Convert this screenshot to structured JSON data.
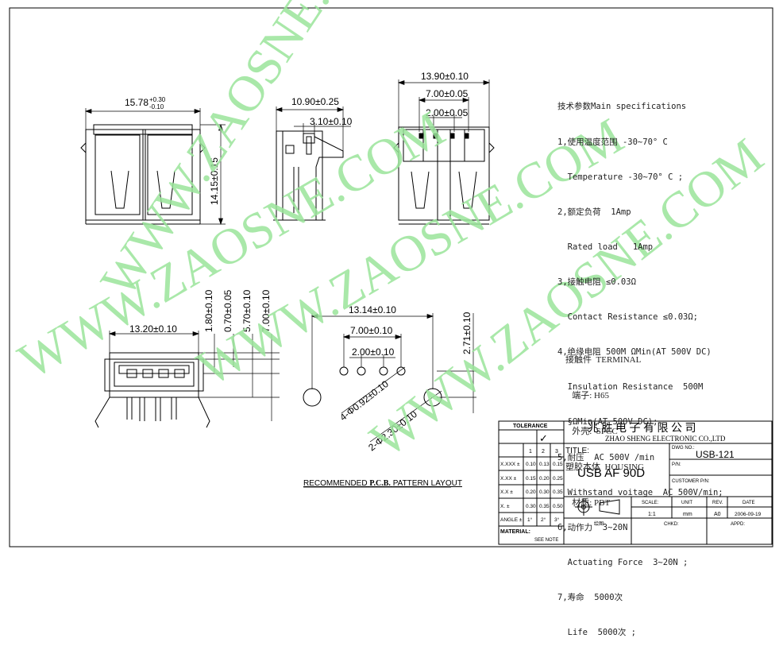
{
  "watermark": "WWW.ZAOSNE.COM",
  "dims": {
    "front_width": "15.78",
    "front_width_tol_upper": "+0.30",
    "front_width_tol_lower": "-0.10",
    "front_height": "14.15±0.15",
    "side_width": "10.90±0.25",
    "side_small": "3.10±0.10",
    "rear_width": "13.90±0.10",
    "rear_mid": "7.00±0.05",
    "rear_small": "2.00±0.05",
    "bottom_width": "13.20±0.10",
    "v1": "1.80±0.10",
    "v2": "0.70±0.05",
    "v3": "5.70±0.10",
    "v4": "7.00±0.10",
    "pcb_width": "13.14±0.10",
    "pcb_mid": "7.00±0.10",
    "pcb_small": "2.00±0.10",
    "pcb_height": "2.71±0.10",
    "pcb_hole_small": "4-Φ0.92±0.10",
    "pcb_hole_large": "2-Φ2.30±0.10"
  },
  "pcb_caption": {
    "before": "RECOMMENDED",
    "bold": "P.C.B.",
    "after": "PATTERN LAYOUT"
  },
  "specs": [
    "技术参数Main specifications",
    "1,使用温度范围 -30~70° C",
    "  Temperature -30~70° C ;",
    "2,额定负荷  1Amp",
    "  Rated load   1Amp",
    "3,接触电阻 ≤0.03Ω",
    "  Contact Resistance ≤0.03Ω;",
    "4,绝缘电阻 500M ΩMin(AT 500V DC)",
    "  Insulation Resistance  500M",
    "  §ΩMin(AT 500V DC);",
    "5,耐压  AC 500V /min",
    "  Withstand voitage  AC 500V/min;",
    "6,动作力  3~20N",
    "  Actuating Force  3~20N ;",
    "7,寿命  5000次",
    "  Life  5000次 ;"
  ],
  "materials": [
    "接触件  TERMINAL",
    "   端子: H65",
    "   外壳:  SPCC",
    "塑胶本体  HOUSING",
    "   材质: PBT"
  ],
  "title_block": {
    "company_cn": "兆 胜 电 子 有 限 公 司",
    "company_en": "ZHAO SHENG ELECTRONIC CO.,LTD",
    "tolerance": "TOLERANCE",
    "check": "✓",
    "cols": [
      "1",
      "2",
      "3"
    ],
    "rows": [
      {
        "label": "X.XXX ±",
        "v": [
          "0.10",
          "0.13",
          "0.15"
        ]
      },
      {
        "label": "X.XX  ±",
        "v": [
          "0.15",
          "0.20",
          "0.25"
        ]
      },
      {
        "label": "X.X   ±",
        "v": [
          "0.20",
          "0.30",
          "0.35"
        ]
      },
      {
        "label": "X.    ±",
        "v": [
          "0.30",
          "0.35",
          "0.50"
        ]
      },
      {
        "label": "ANGLE ±",
        "v": [
          "1°",
          "2°",
          "3°"
        ]
      }
    ],
    "material_label": "MATERIAL:",
    "material_value": "SEE NOTE",
    "title_label": "TITLE:",
    "title_value": "USB AF 90D",
    "dwg_label": "DWG NO.:",
    "dwg_value": "USB-121",
    "pn_label": "P/N:",
    "customer_label": "CUSTOMER P/N:",
    "scale_label": "SCALE:",
    "scale_value": "1:1",
    "unit_label": "UNIT",
    "unit_value": "mm",
    "rev_label": "REV.",
    "rev_value": "A0",
    "date_label": "DATE",
    "date_value": "2006-09-19",
    "draw_label": "绘图:",
    "chkd_label": "CHKD:",
    "appd_label": "APPD:"
  }
}
